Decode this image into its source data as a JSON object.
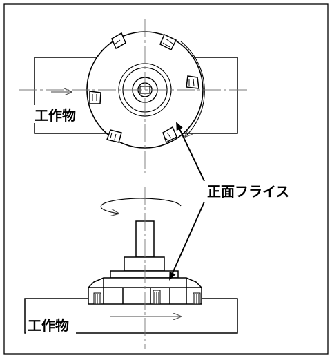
{
  "labels": {
    "workpiece_top": "工作物",
    "workpiece_bottom": "工作物",
    "cutter": "正面フライス"
  }
}
